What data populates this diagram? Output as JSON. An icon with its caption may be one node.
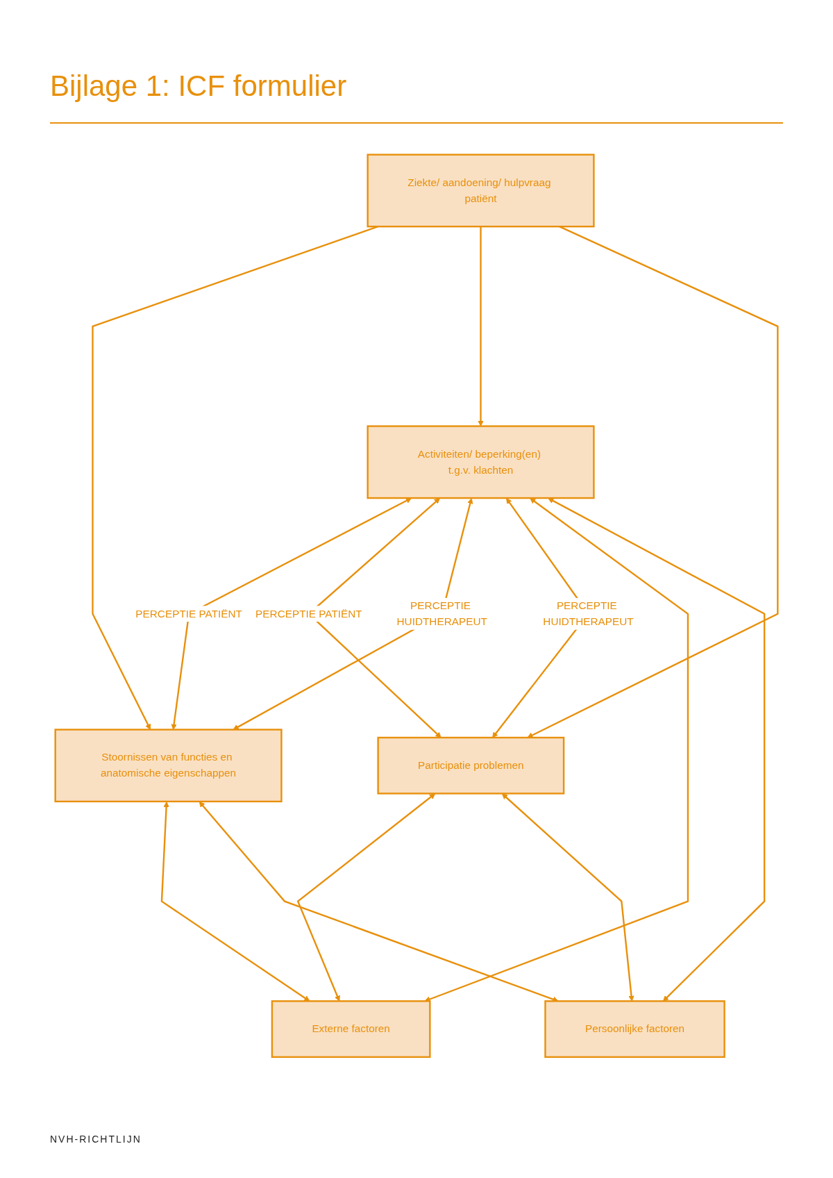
{
  "diagram": {
    "title": "Bijlage 1: ICF formulier",
    "nodes": [
      {
        "text": [
          "Ziekte/ aandoening/ hulpvraag patiënt"
        ]
      },
      {
        "text": [
          "Stoornissen van functies en anatomische eigenschappen"
        ]
      },
      {
        "text": [
          "Activiteiten/ beperking(en) t.g.v. klachten"
        ]
      },
      {
        "text": [
          "Participatie problemen"
        ]
      },
      {
        "text": [
          "Externe factoren"
        ]
      },
      {
        "text": [
          "Persoonlijke factoren"
        ]
      }
    ],
    "edges": [
      {
        "from": 0,
        "to": 1,
        "arrow": "to"
      },
      {
        "from": 0,
        "to": 2,
        "arrow": "to"
      },
      {
        "from": 0,
        "to": 3,
        "arrow": "to"
      },
      {
        "from": 2,
        "to": 1,
        "arrow": "both",
        "label": "PERCEPTIE PATIËNT"
      },
      {
        "from": 2,
        "to": 3,
        "arrow": "both",
        "label": "PERCEPTIE PATIËNT"
      },
      {
        "from": 2,
        "to": 1,
        "arrow": "both",
        "label": "PERCEPTIE HUIDTHERAPEUT"
      },
      {
        "from": 2,
        "to": 3,
        "arrow": "both",
        "label": "PERCEPTIE HUIDTHERAPEUT"
      },
      {
        "from": 1,
        "to": 4,
        "arrow": "both"
      },
      {
        "from": 2,
        "to": 4,
        "arrow": "both"
      },
      {
        "from": 3,
        "to": 4,
        "arrow": "both"
      },
      {
        "from": 1,
        "to": 5,
        "arrow": "both"
      },
      {
        "from": 2,
        "to": 5,
        "arrow": "both"
      },
      {
        "from": 3,
        "to": 5,
        "arrow": "both"
      }
    ],
    "labels": [
      "NVH-RICHTLIJN"
    ]
  }
}
